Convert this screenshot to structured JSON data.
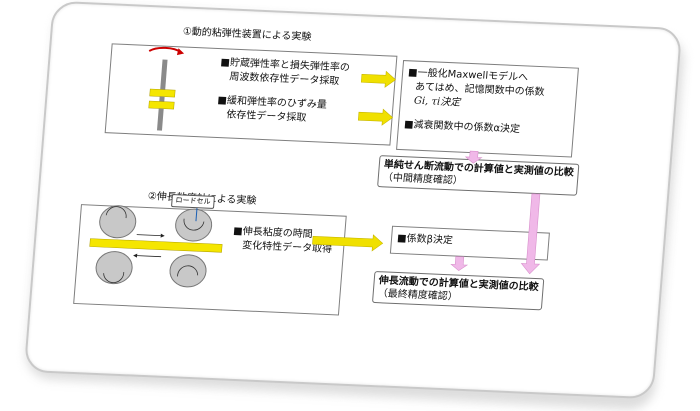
{
  "section1": {
    "title": "①動的粘弾性装置による実験",
    "item1_line1": "■貯蔵弾性率と損失弾性率の",
    "item1_line2": "周波数依存性データ採取",
    "item2_line1": "■緩和弾性率のひずみ量",
    "item2_line2": "依存性データ採取",
    "model_line1": "■一般化Maxwellモデルへ",
    "model_line2": "あてはめ、記憶関数中の係数",
    "model_line3": "Gi, τi決定",
    "decay_line": "■減衰関数中の係数α決定",
    "result_line1": "単純せん断流動での計算値と実測値の比較",
    "result_line2": "（中間精度確認）"
  },
  "section2": {
    "title": "②伸長粘度計による実験",
    "loadcell_label": "ロードセル",
    "item_line1": "■伸長粘度の時間",
    "item_line2": "変化特性データ取得",
    "coef_line": "■係数β決定",
    "result_line1": "伸長流動での計算値と実測値の比較",
    "result_line2": "（最終精度確認）"
  },
  "colors": {
    "arrow_yellow": "#f0e000",
    "arrow_pink": "#f0b8e8",
    "rotation_red": "#cc0000",
    "sample_yellow": "#f5e600",
    "roller_gray": "#c8c8c8"
  }
}
